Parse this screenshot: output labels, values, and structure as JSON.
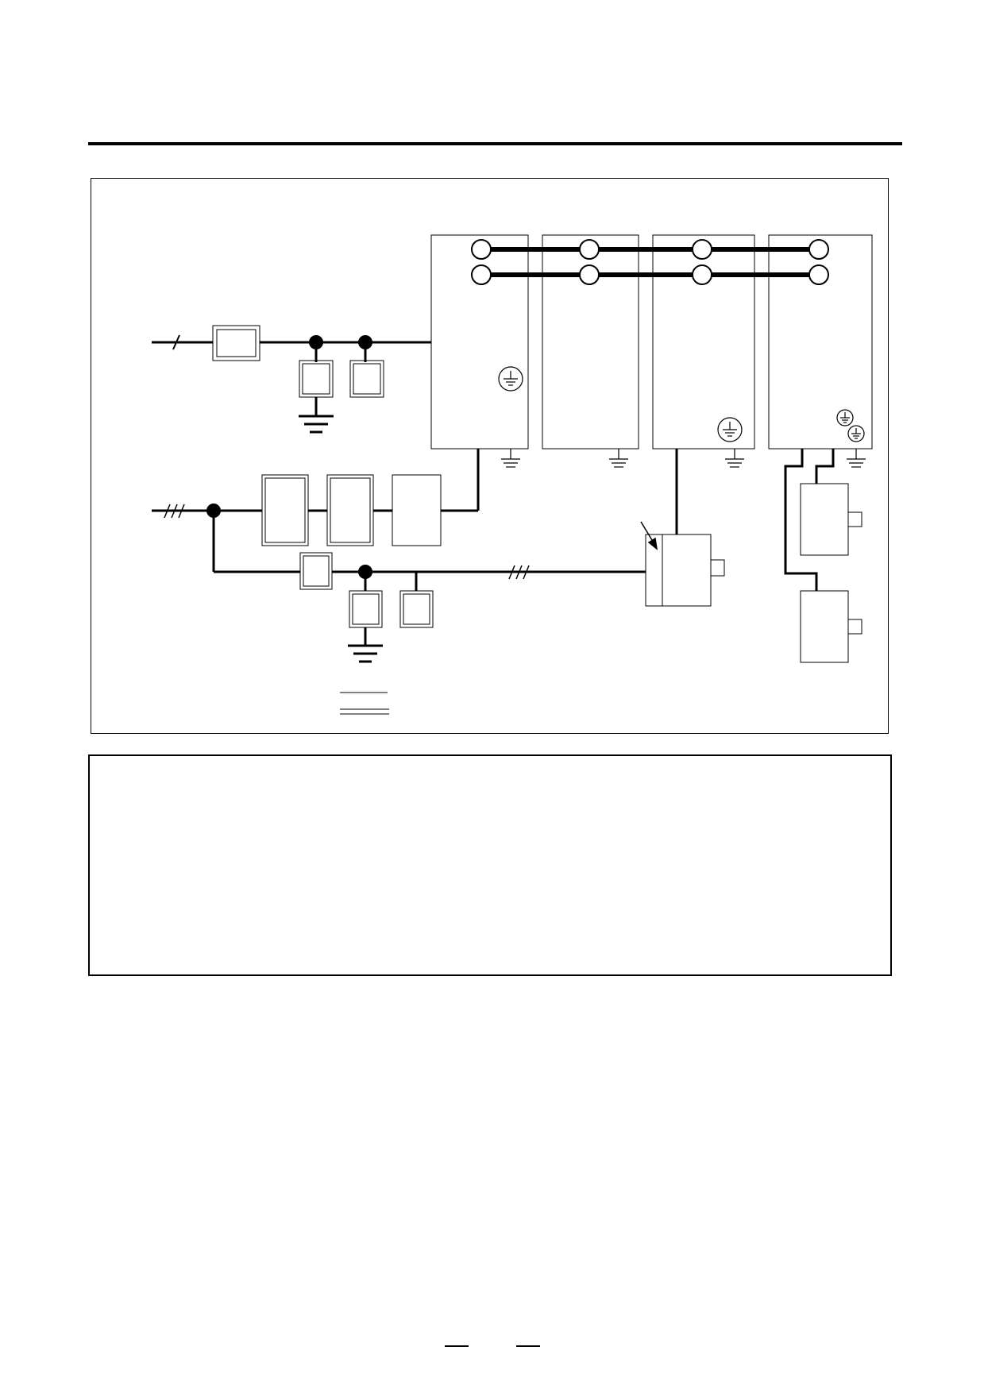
{
  "page": {
    "header_rule": true
  },
  "diagram": {
    "drive_units": [
      {
        "id": "unit-1"
      },
      {
        "id": "unit-2"
      },
      {
        "id": "unit-3"
      },
      {
        "id": "unit-4"
      }
    ],
    "bus_bars": 2,
    "motors": 3,
    "colors": {
      "line": "#000000",
      "background": "#ffffff"
    }
  },
  "notes_box": {},
  "footer": {}
}
